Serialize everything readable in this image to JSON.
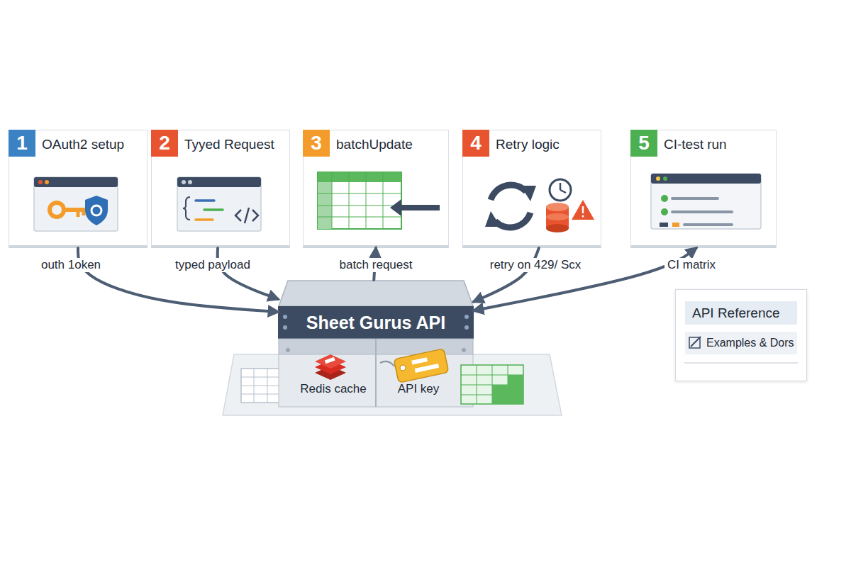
{
  "diagram": {
    "nodes": [
      {
        "text": [
          "1",
          "OAuth2 setup"
        ]
      },
      {
        "text": [
          "2",
          "Tyyed Request"
        ]
      },
      {
        "text": [
          "3",
          "batchUpdate"
        ]
      },
      {
        "text": [
          "4",
          "Retry logic"
        ]
      },
      {
        "text": [
          "5",
          "CI-test run"
        ]
      },
      {
        "text": [
          "Sheet Gurus API"
        ]
      },
      {
        "text": [
          "Redis cache"
        ],
        "in": 5
      },
      {
        "text": [
          "API key"
        ],
        "in": 5
      },
      {
        "text": [
          "API Reference",
          "Examples & Dors"
        ]
      }
    ],
    "edges": [
      {
        "from": 0,
        "to": 5,
        "label": "outh 1oken",
        "arrow": "to"
      },
      {
        "from": 1,
        "to": 5,
        "label": "typed payload",
        "arrow": "to"
      },
      {
        "from": 5,
        "to": 2,
        "label": "batch request",
        "arrow": "to"
      },
      {
        "from": 3,
        "to": 5,
        "label": "retry on 429/ Scx",
        "arrow": "to"
      },
      {
        "from": 4,
        "to": 5,
        "label": "CI matrix",
        "arrow": "both"
      }
    ]
  }
}
